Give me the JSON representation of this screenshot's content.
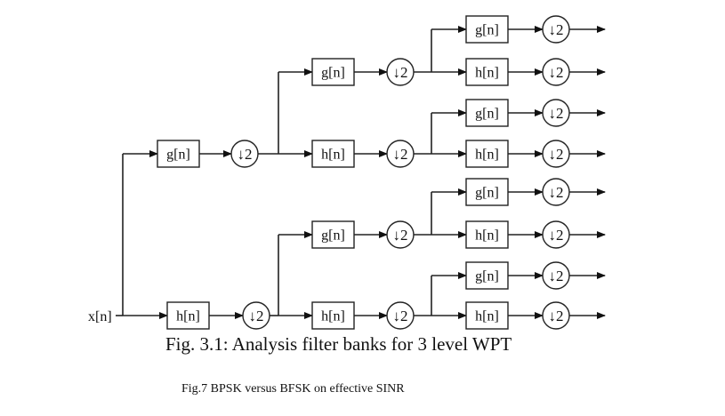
{
  "diagram": {
    "input_label": "x[n]",
    "lowpass_label": "g[n]",
    "highpass_label": "h[n]",
    "downsample_label": "↓2",
    "levels": 3,
    "tree": {
      "level1": [
        "g[n]",
        "h[n]"
      ],
      "level2": [
        "g[n]",
        "h[n]",
        "g[n]",
        "h[n]"
      ],
      "level3": [
        "g[n]",
        "h[n]",
        "g[n]",
        "h[n]",
        "g[n]",
        "h[n]",
        "g[n]",
        "h[n]"
      ]
    }
  },
  "captions": {
    "main": "Fig. 3.1: Analysis filter banks for 3 level WPT",
    "sub": "Fig.7 BPSK versus BFSK on effective SINR"
  }
}
